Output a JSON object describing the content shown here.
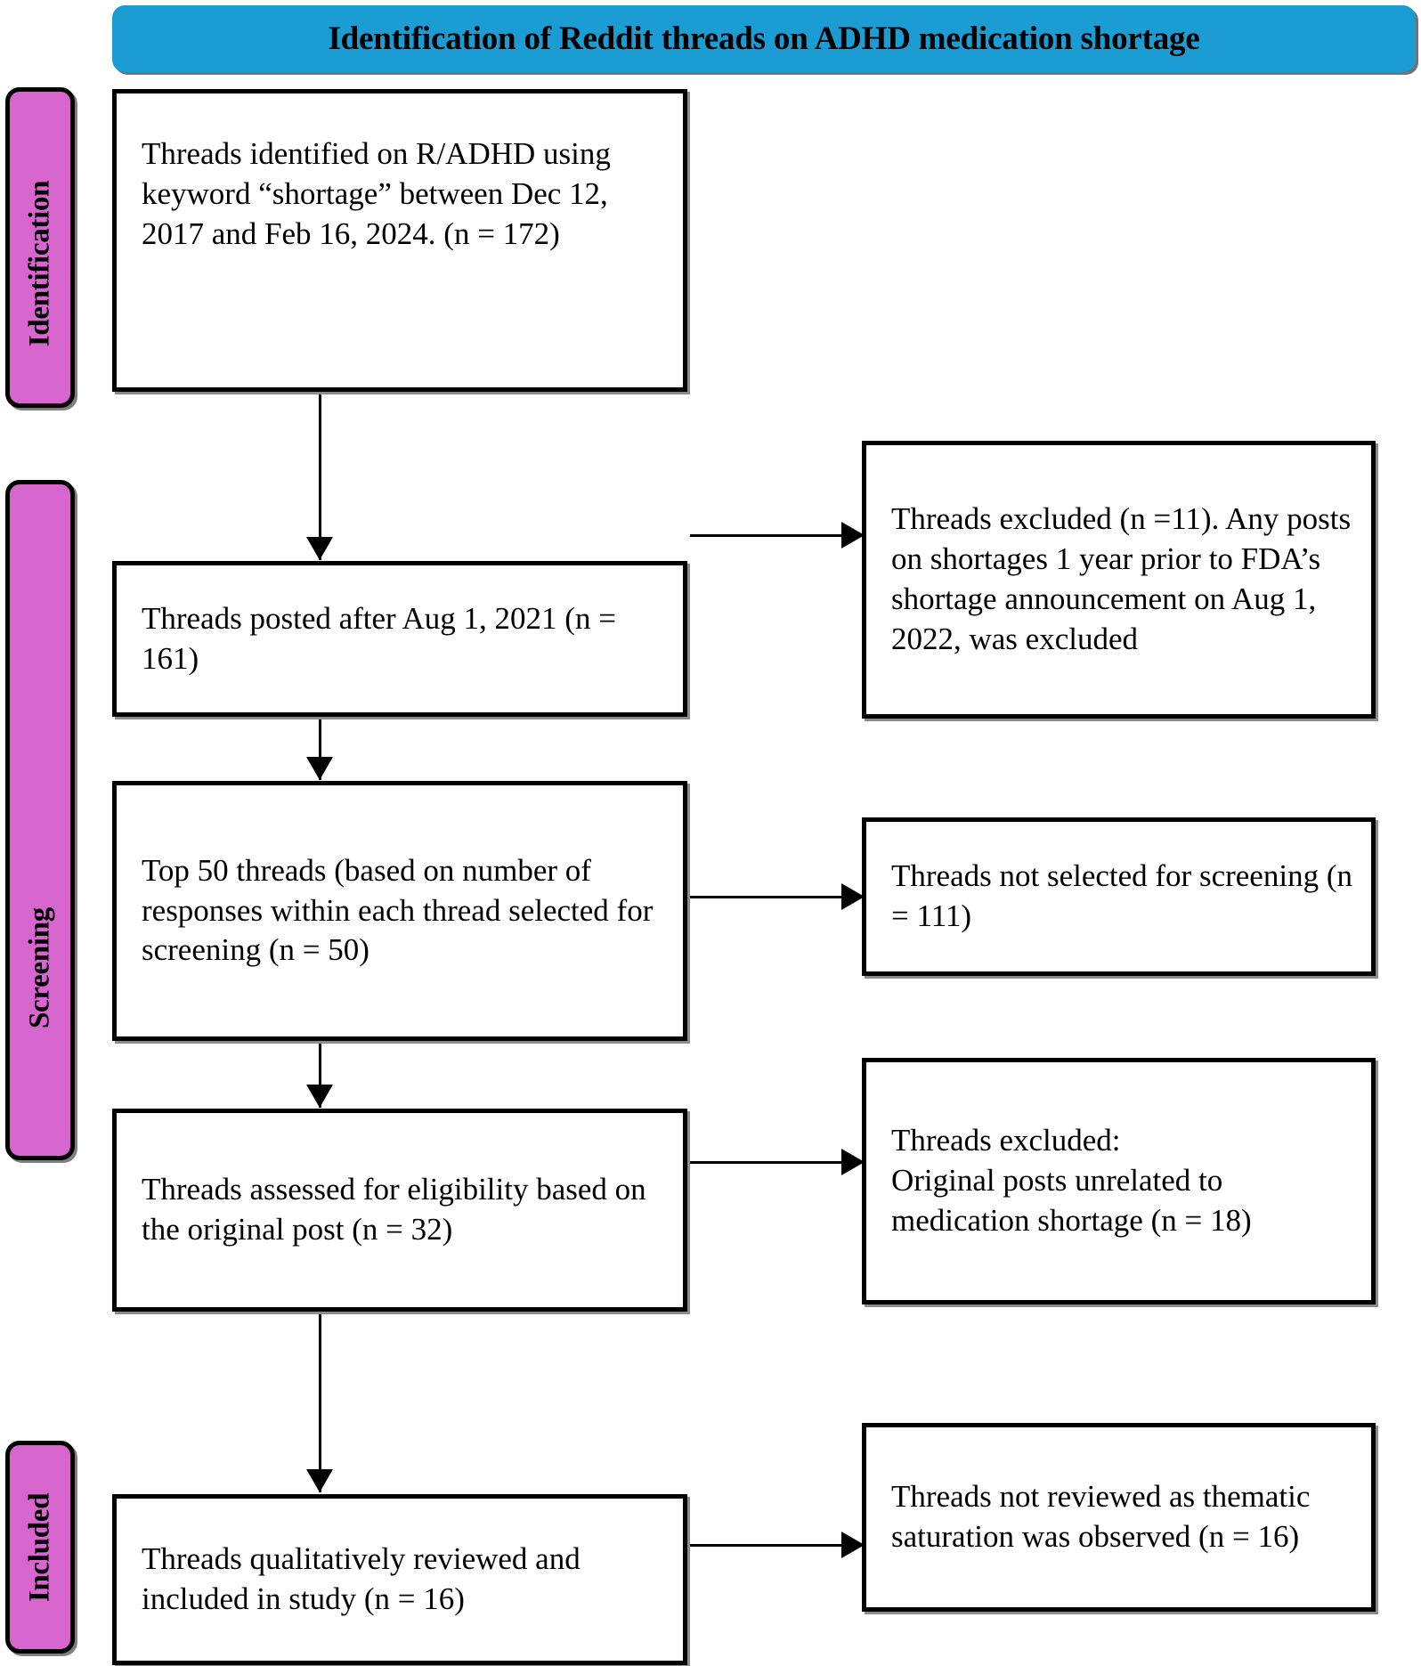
{
  "header": {
    "title": "Identification of Reddit threads on ADHD medication shortage",
    "banner_color": "#1b9cd2"
  },
  "stages": {
    "bar_color": "#d767cf",
    "items": [
      {
        "id": "identification",
        "label": "Identification"
      },
      {
        "id": "screening",
        "label": "Screening"
      },
      {
        "id": "included",
        "label": "Included"
      }
    ]
  },
  "flow": {
    "left_column": [
      {
        "id": "identified",
        "text": "Threads identified on R/ADHD using keyword “shortage” between Dec 12, 2017 and Feb 16, 2024. (n = 172)"
      },
      {
        "id": "posted_after",
        "text": "Threads posted after Aug 1, 2021 (n = 161)"
      },
      {
        "id": "top50",
        "text": "Top 50 threads (based on number of responses within each thread selected for screening (n = 50)"
      },
      {
        "id": "eligibility",
        "text": "Threads assessed for eligibility based on the original post (n = 32)"
      },
      {
        "id": "included",
        "text": "Threads qualitatively reviewed and included in study (n = 16)"
      }
    ],
    "right_column": [
      {
        "id": "excluded_11",
        "text": "Threads excluded (n =11). Any posts on shortages 1 year prior to FDA’s shortage announcement on Aug 1, 2022, was excluded"
      },
      {
        "id": "not_selected",
        "text": "Threads not selected for screening (n = 111)"
      },
      {
        "id": "excluded_18",
        "text": "Threads excluded:\nOriginal posts unrelated to medication shortage (n = 18)"
      },
      {
        "id": "not_reviewed",
        "text": "Threads not reviewed as thematic saturation was observed (n = 16)"
      }
    ]
  }
}
